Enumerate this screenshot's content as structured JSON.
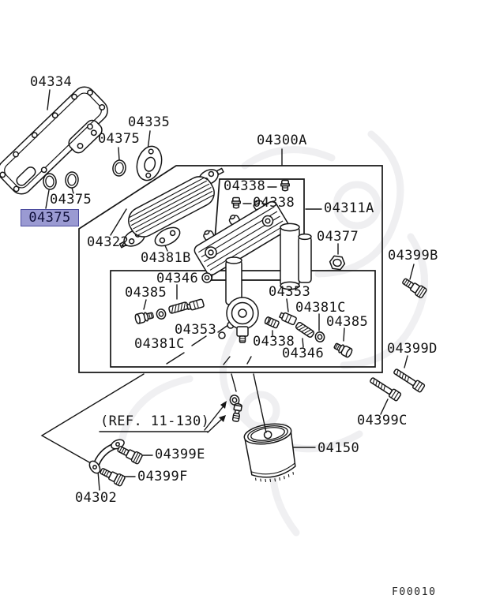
{
  "diagram": {
    "figure_code": "F00010",
    "ref_note": "(REF. 11-130)",
    "highlight": {
      "part": "04375",
      "fill": "#9a9ad2",
      "border": "#4c4c9e",
      "text_color": "#10103a"
    },
    "parts": {
      "p04150": "04150",
      "p04300A": "04300A",
      "p04302": "04302",
      "p04311A": "04311A",
      "p04322": "04322",
      "p04334": "04334",
      "p04335": "04335",
      "p04338": "04338",
      "p04346": "04346",
      "p04353": "04353",
      "p04375": "04375",
      "p04377": "04377",
      "p04381B": "04381B",
      "p04381C": "04381C",
      "p04385": "04385",
      "p04399B": "04399B",
      "p04399C": "04399C",
      "p04399D": "04399D",
      "p04399E": "04399E",
      "p04399F": "04399F"
    }
  }
}
